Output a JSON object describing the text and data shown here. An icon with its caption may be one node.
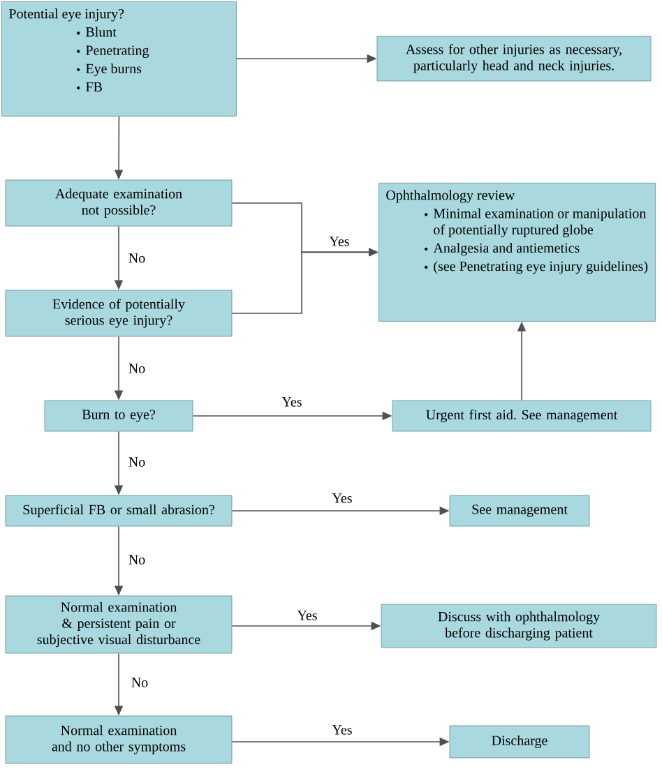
{
  "diagram": {
    "nodes": [
      {
        "text": [
          "Potential eye injury?",
          "Blunt",
          "Penetrating",
          "Eye burns",
          "FB"
        ]
      },
      {
        "text": [
          "Assess for other injuries as necessary, particularly head and neck injuries."
        ]
      },
      {
        "text": [
          "Adequate examination not possible?"
        ]
      },
      {
        "text": [
          "Ophthalmology review",
          "Minimal examination or manipulation of potentially ruptured globe",
          "Analgesia and antiemetics",
          "(see Penetrating eye injury guidelines)"
        ]
      },
      {
        "text": [
          "Evidence of potentially serious eye injury?"
        ]
      },
      {
        "text": [
          "Burn to eye?"
        ]
      },
      {
        "text": [
          "Urgent first aid. See management"
        ]
      },
      {
        "text": [
          "Superficial FB or small abrasion?"
        ]
      },
      {
        "text": [
          "See management"
        ]
      },
      {
        "text": [
          "Normal examination & persistent pain or subjective visual disturbance"
        ]
      },
      {
        "text": [
          "Discuss with ophthalmology before discharging patient"
        ]
      },
      {
        "text": [
          "Normal examination and no other symptoms"
        ]
      },
      {
        "text": [
          "Discharge"
        ]
      }
    ],
    "edges": [
      {
        "from": 0,
        "to": 1,
        "arrow": "to"
      },
      {
        "from": 0,
        "to": 2,
        "arrow": "to"
      },
      {
        "from": 2,
        "to": 3,
        "arrow": "to",
        "label": "Yes"
      },
      {
        "from": 4,
        "to": 3,
        "arrow": "to"
      },
      {
        "from": 2,
        "to": 4,
        "arrow": "to",
        "label": "No"
      },
      {
        "from": 4,
        "to": 5,
        "arrow": "to",
        "label": "No"
      },
      {
        "from": 5,
        "to": 6,
        "arrow": "to",
        "label": "Yes"
      },
      {
        "from": 6,
        "to": 3,
        "arrow": "to"
      },
      {
        "from": 5,
        "to": 7,
        "arrow": "to",
        "label": "No"
      },
      {
        "from": 7,
        "to": 8,
        "arrow": "to",
        "label": "Yes"
      },
      {
        "from": 7,
        "to": 9,
        "arrow": "to",
        "label": "No"
      },
      {
        "from": 9,
        "to": 10,
        "arrow": "to",
        "label": "Yes"
      },
      {
        "from": 9,
        "to": 11,
        "arrow": "to",
        "label": "No"
      },
      {
        "from": 11,
        "to": 12,
        "arrow": "to",
        "label": "Yes"
      }
    ]
  }
}
